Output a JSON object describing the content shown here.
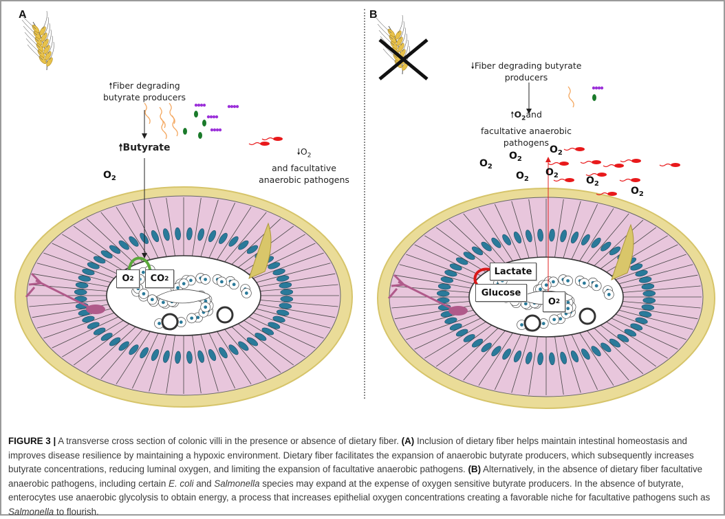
{
  "panels": {
    "a": {
      "label": "A",
      "fiber_text_line1": "Fiber degrading",
      "fiber_text_line2": "butyrate producers",
      "butyrate_label": "Butyrate",
      "oxygen_label": "O",
      "oxygen_sub": "2",
      "pathogen_text_o2": "O",
      "pathogen_text_o2_sub": "2",
      "pathogen_text_line2": "and facultative",
      "pathogen_text_line3": "anaerobic pathogens",
      "box_o2": "O",
      "box_o2_sub": "2",
      "box_co2": "CO",
      "box_co2_sub": "2",
      "fiber_icon": "wheat-icon",
      "arrow_fiber": "up",
      "arrow_oxygen": "down"
    },
    "b": {
      "label": "B",
      "fiber_text_line1": "Fiber degrading butyrate",
      "fiber_text_line2": "producers",
      "o2_text": "O",
      "o2_text_sub": "2",
      "o2_text_rest": "and",
      "pathogen_line2": "facultative anaerobic",
      "pathogen_line3": "pathogens",
      "oxygen_label": "O",
      "oxygen_sub": "2",
      "box_lactate": "Lactate",
      "box_glucose": "Glucose",
      "box_o2": "O",
      "box_o2_sub": "2",
      "fiber_icon": "wheat-crossed-icon",
      "arrow_fiber": "down",
      "arrow_oxygen": "up"
    }
  },
  "colors": {
    "tissue_pink": "#e8c6dc",
    "mucus_yellow": "#eadc98",
    "nucleus_blue": "#2a7a9a",
    "pathogen_red": "#e8191b",
    "butyrate_producer_orange": "#f4a860",
    "bacteria_green": "#1a7a2a",
    "bacteria_purple": "#9b30d9",
    "exchange_arrow_green": "#5aa83a",
    "glycolysis_arrow_red": "#d81818"
  },
  "caption": {
    "figure_label": "FIGURE 3 |",
    "part1": " A transverse cross section of colonic villi in the presence or absence of dietary fiber. ",
    "a_label": "(A)",
    "part2": " Inclusion of dietary fiber helps maintain intestinal homeostasis and improves disease resilience by maintaining a hypoxic environment. Dietary fiber facilitates the expansion of anaerobic butyrate producers, which subsequently increases butyrate concentrations, reducing luminal oxygen, and limiting the expansion of facultative anaerobic pathogens. ",
    "b_label": "(B)",
    "part3": " Alternatively, in the absence of dietary fiber facultative anaerobic pathogens, including certain ",
    "ecoli": "E. coli",
    "part4": " and ",
    "salmonella1": "Salmonella",
    "part5": " species may expand at the expense of oxygen sensitive butyrate producers. In the absence of butyrate, enterocytes use anaerobic glycolysis to obtain energy, a process that increases epithelial oxygen concentrations creating a favorable niche for facultative pathogens such as ",
    "salmonella2": "Salmonella",
    "part6": " to flourish."
  }
}
